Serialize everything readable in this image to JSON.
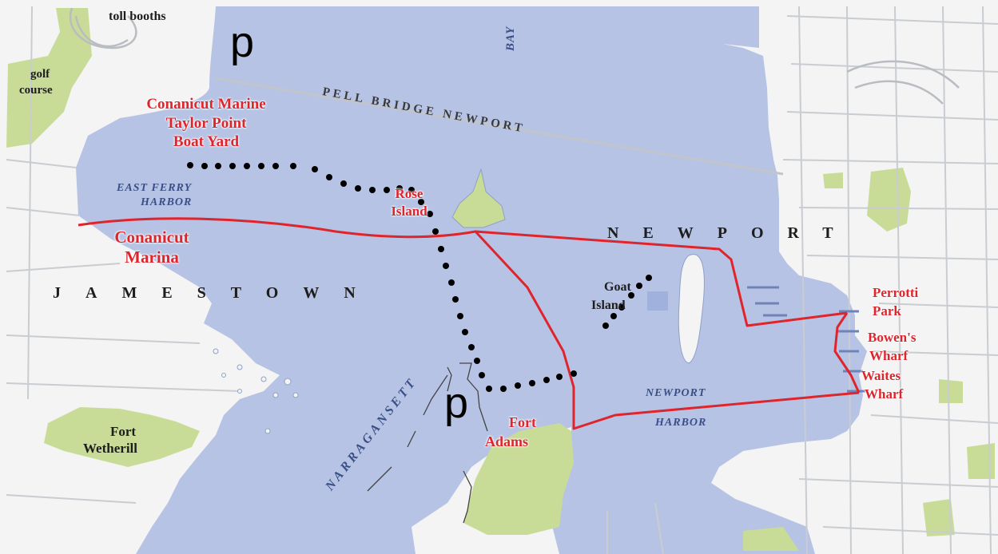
{
  "map": {
    "colors": {
      "water": "#b6c3e4",
      "land": "#f4f4f4",
      "park": "#c8dc98",
      "ferry_route": "#e0242c",
      "dotted_path": "#000000"
    },
    "labels": {
      "toll_booths": "toll booths",
      "golf_course_1": "golf",
      "golf_course_2": "course",
      "conanicut_marine_1": "Conanicut Marine",
      "conanicut_marine_2": "Taylor Point",
      "conanicut_marine_3": "Boat Yard",
      "east_ferry_harbor_1": "EAST FERRY",
      "east_ferry_harbor_2": "HARBOR",
      "rose_island_1": "Rose",
      "rose_island_2": "Island",
      "conanicut_marina_1": "Conanicut",
      "conanicut_marina_2": "Marina",
      "jamestown": "JAMESTOWN",
      "newport": "NEWPORT",
      "pell_bridge": "PELL BRIDGE NEWPORT",
      "bay": "BAY",
      "goat_island_1": "Goat",
      "goat_island_2": "Island",
      "perrotti_park_1": "Perrotti",
      "perrotti_park_2": "Park",
      "bowens_wharf_1": "Bowen's",
      "bowens_wharf_2": "Wharf",
      "waites_wharf_1": "Waites",
      "waites_wharf_2": "Wharf",
      "newport_harbor_1": "NEWPORT",
      "newport_harbor_2": "HARBOR",
      "fort_adams_1": "Fort",
      "fort_adams_2": "Adams",
      "fort_wetherill_1": "Fort",
      "fort_wetherill_2": "Wetherill",
      "narragansett": "NARRAGANSETT"
    },
    "annotations": {
      "p_top": "p",
      "p_middle": "p"
    }
  }
}
